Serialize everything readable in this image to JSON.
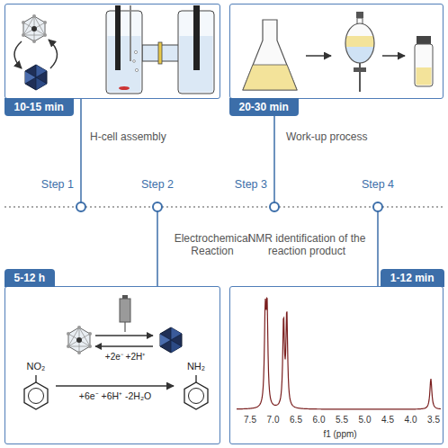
{
  "diagram": {
    "nodes": [
      {
        "text": [
          "10-15 min"
        ]
      },
      {
        "text": [
          "20-30 min"
        ]
      },
      {
        "text": [
          "Step 1"
        ]
      },
      {
        "text": [
          "Step 2"
        ]
      },
      {
        "text": [
          "Step 3"
        ]
      },
      {
        "text": [
          "Step 4"
        ]
      },
      {
        "text": [
          "5-12 h"
        ]
      },
      {
        "text": [
          "1-12 min"
        ]
      }
    ],
    "edges": [
      {
        "from": 2,
        "to": 0,
        "arrow": "none"
      },
      {
        "from": 3,
        "to": 6,
        "arrow": "none"
      },
      {
        "from": 4,
        "to": 1,
        "arrow": "none"
      },
      {
        "from": 5,
        "to": 7,
        "arrow": "none"
      }
    ],
    "labels": [
      "H-cell assembly",
      "Work-up process",
      "Electrochemical Reaction",
      "NMR identification of the reaction product",
      "NO₂",
      "+2e⁻ +2H⁺",
      "+6e⁻ +6H⁺ -2H₂O",
      "NH₂",
      "7.5",
      "7.0",
      "6.5",
      "6.0",
      "5.5",
      "5.0",
      "4.5",
      "4.0",
      "3.5",
      "f1 (ppm)"
    ]
  }
}
